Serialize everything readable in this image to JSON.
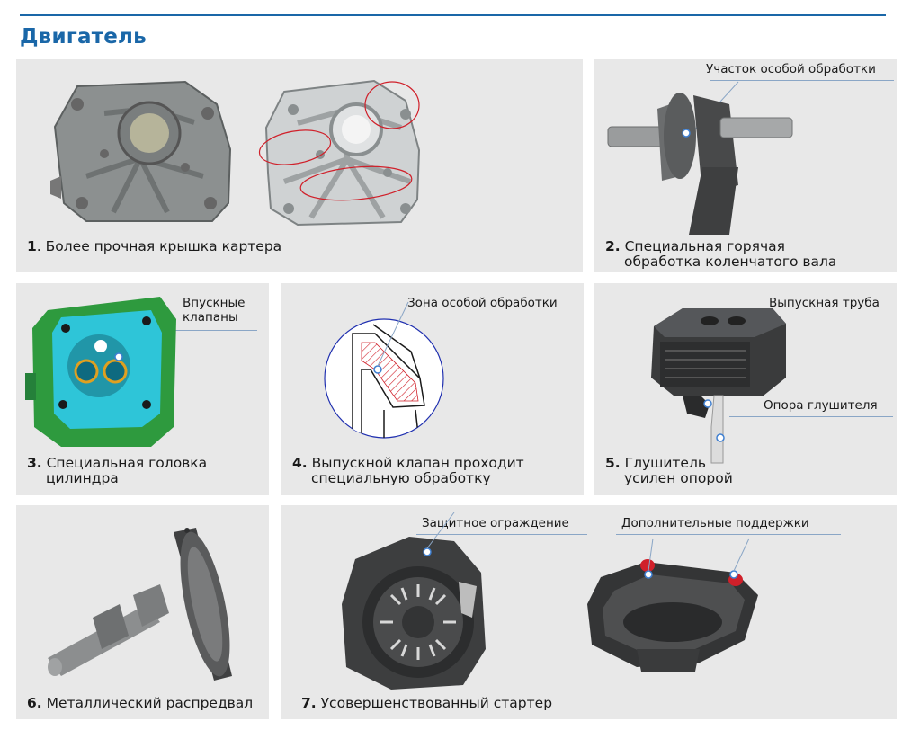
{
  "title": "Двигатель",
  "panels": {
    "p1": {
      "num": "1",
      "text": ". Более прочная крышка картера"
    },
    "p2": {
      "num": "2.",
      "line1": " Специальная горячая",
      "line2": "обработка коленчатого вала",
      "callout": "Участок особой обработки"
    },
    "p3": {
      "num": "3.",
      "line1": " Специальная головка",
      "line2": "цилиндра",
      "callout_line1": "Впускные",
      "callout_line2": "клапаны"
    },
    "p4": {
      "num": "4.",
      "line1": " Выпускной клапан проходит",
      "line2": "специальную обработку",
      "callout": "Зона особой обработки"
    },
    "p5": {
      "num": "5.",
      "line1": " Глушитель",
      "line2": "усилен опорой",
      "callout_a": "Выпускная труба",
      "callout_b": "Опора глушителя"
    },
    "p6": {
      "num": "6.",
      "text": " Металлический распредвал"
    },
    "p7": {
      "num": "7.",
      "text": " Усовершенствованный стартер",
      "callout_a": "Защитное ограждение",
      "callout_b": "Дополнительные поддержки"
    }
  },
  "colors": {
    "accent": "#1a67a8",
    "panel_bg": "#e8e8e8",
    "highlight_red": "#d0202a",
    "head_green": "#2e9a3e",
    "head_cyan": "#2ec5d8"
  }
}
